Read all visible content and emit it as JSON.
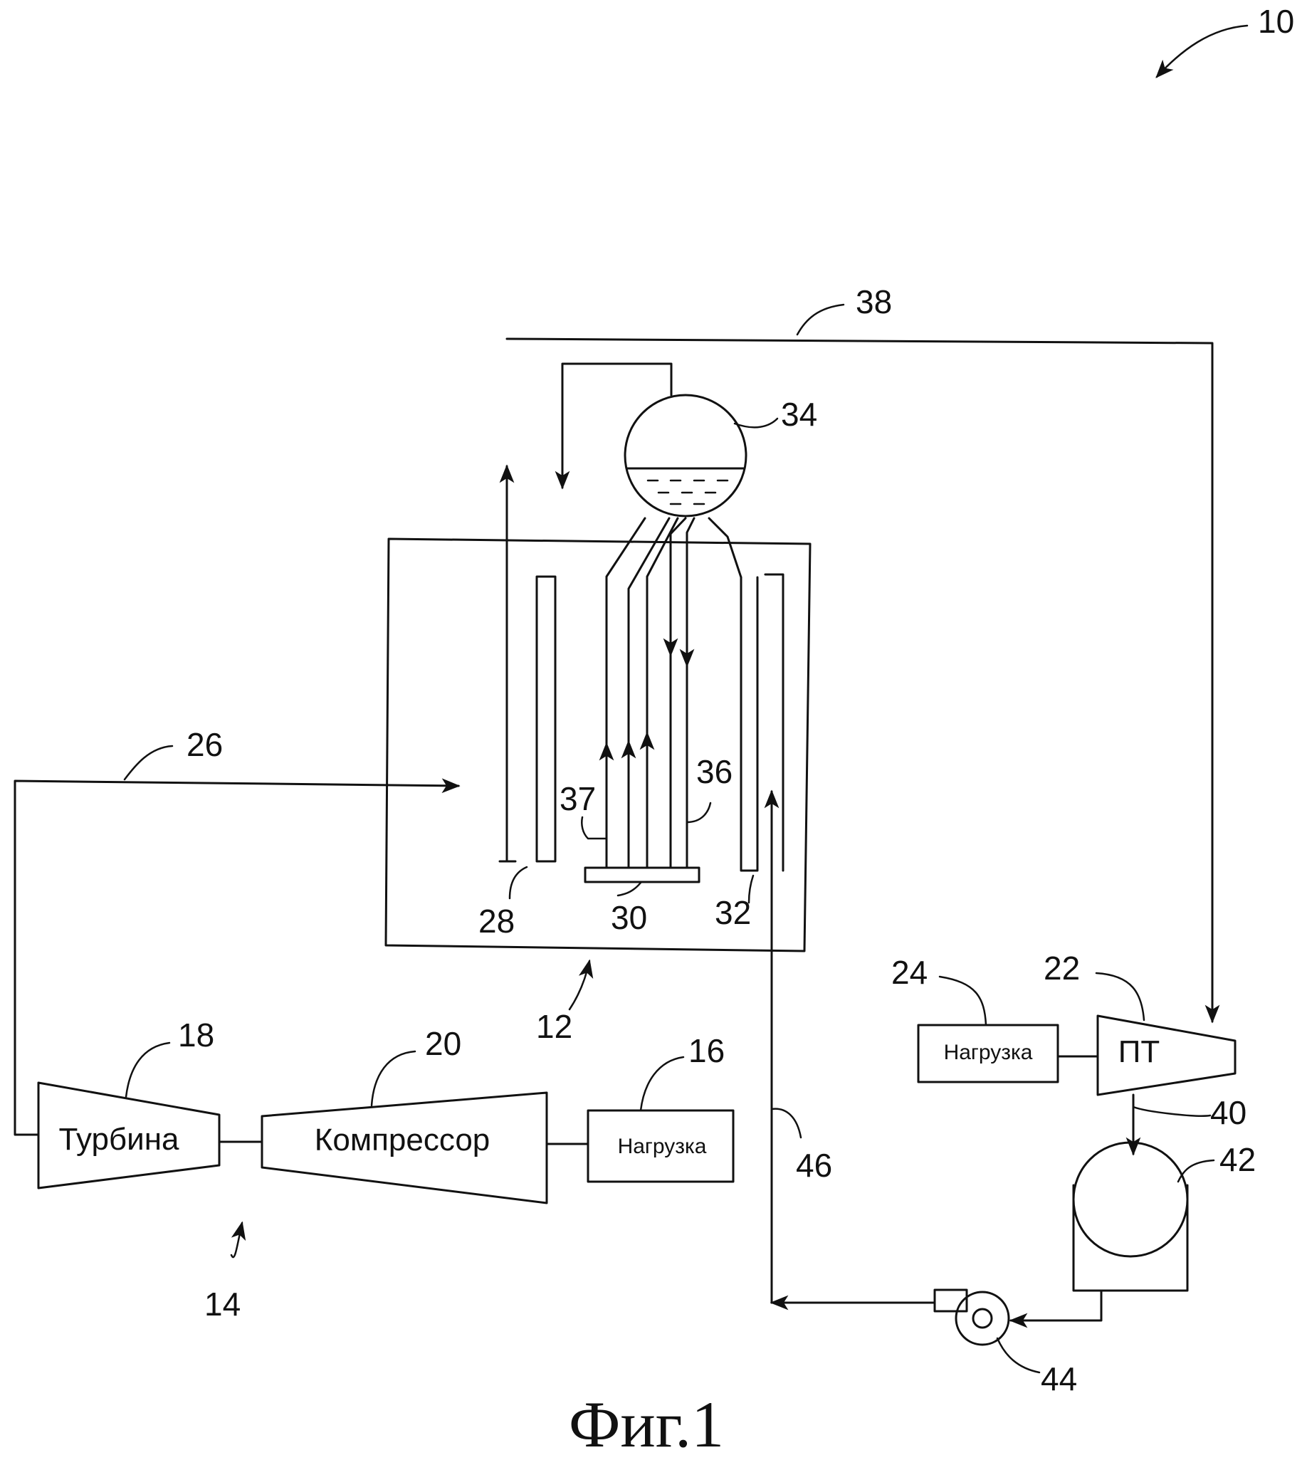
{
  "figure_caption": "Фиг.1",
  "blocks": {
    "turbine": "Турбина",
    "compressor": "Компрессор",
    "load_16": "Нагрузка",
    "load_24": "Нагрузка",
    "steam_turbine": "ПТ"
  },
  "refs": {
    "r10": "10",
    "r12": "12",
    "r14": "14",
    "r16": "16",
    "r18": "18",
    "r20": "20",
    "r22": "22",
    "r24": "24",
    "r26": "26",
    "r28": "28",
    "r30": "30",
    "r32": "32",
    "r34": "34",
    "r36": "36",
    "r37": "37",
    "r38": "38",
    "r40": "40",
    "r42": "42",
    "r44": "44",
    "r46": "46"
  }
}
